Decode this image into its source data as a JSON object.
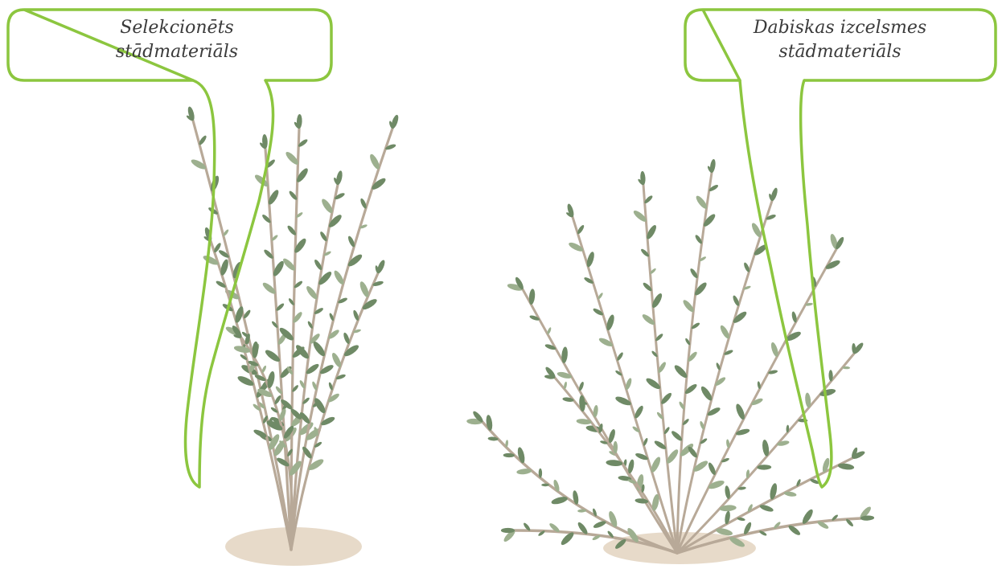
{
  "callouts": {
    "left": {
      "line1": "Selekcionēts",
      "line2": "stādmateriāls"
    },
    "right": {
      "line1": "Dabiskas izcelsmes",
      "line2": "stādmateriāls"
    }
  },
  "colors": {
    "callout_outline": "#8cc63f",
    "stem": "#b8a998",
    "stem_dark": "#8f7a64",
    "leaf": "#6f8a66",
    "leaf_light": "#9db08f",
    "soil": "#e3d3bf"
  },
  "icons": {
    "left_plant": "upright-shrub-illustration",
    "right_plant": "spreading-shrub-illustration"
  }
}
